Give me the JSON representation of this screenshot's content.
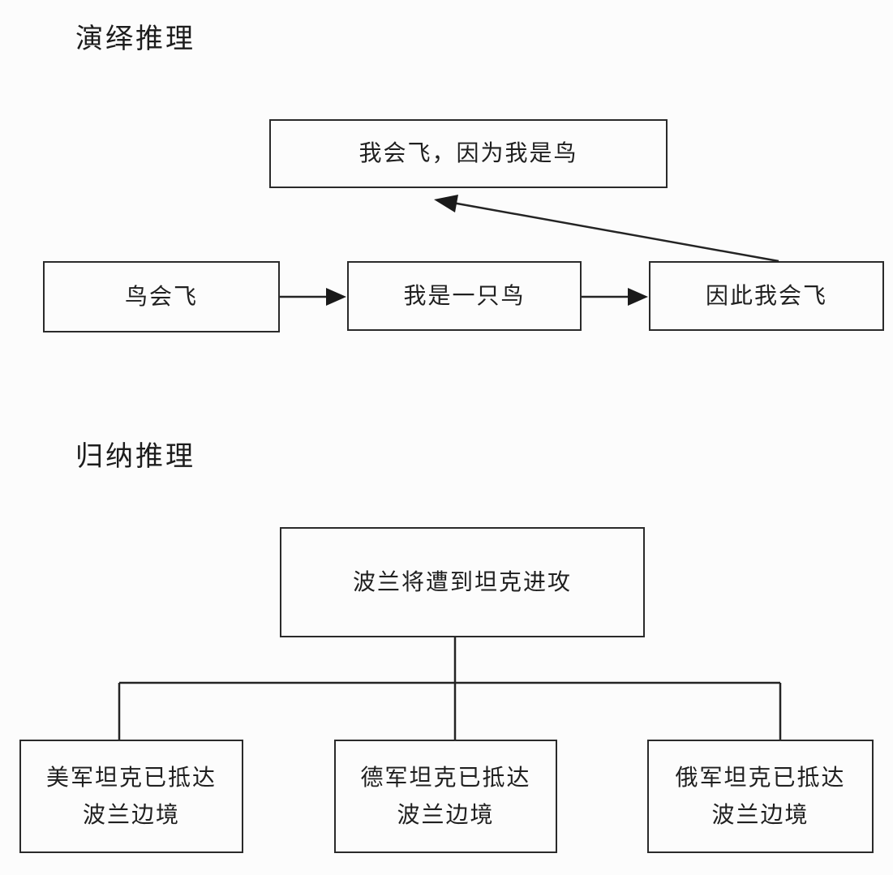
{
  "canvas": {
    "background": "#fcfcfc",
    "line_color": "#242424"
  },
  "deductive": {
    "title": "演绎推理",
    "conclusion": "我会飞，因为我是鸟",
    "premises": [
      "鸟会飞",
      "我是一只鸟",
      "因此我会飞"
    ]
  },
  "inductive": {
    "title": "归纳推理",
    "conclusion": "波兰将遭到坦克进攻",
    "observations": [
      {
        "line1": "美军坦克已抵达",
        "line2": "波兰边境"
      },
      {
        "line1": "德军坦克已抵达",
        "line2": "波兰边境"
      },
      {
        "line1": "俄军坦克已抵达",
        "line2": "波兰边境"
      }
    ]
  }
}
